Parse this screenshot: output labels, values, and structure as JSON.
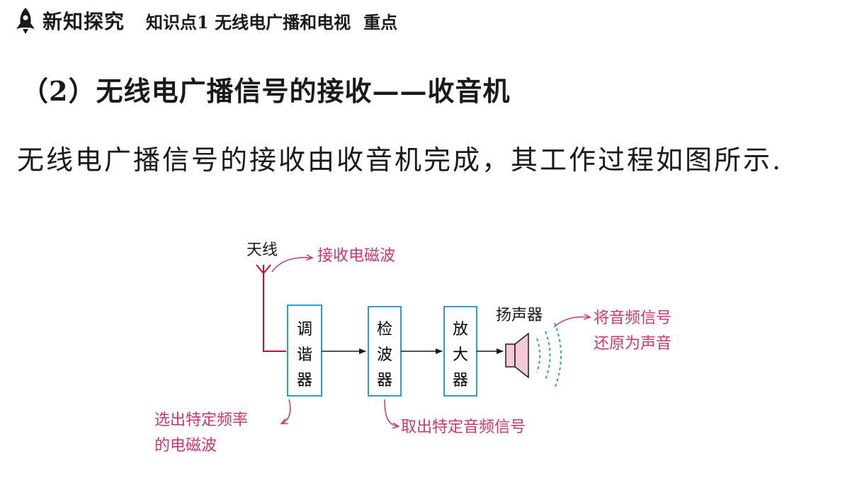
{
  "header": {
    "section_title": "新知探究",
    "point_title": "知识点1  无线电广播和电视",
    "point_tag": "重点"
  },
  "subheading": "（2）无线电广播信号的接收——收音机",
  "body_text": "无线电广播信号的接收由收音机完成，其工作过程如图所示.",
  "diagram": {
    "antenna_label": "天线",
    "antenna_note": "接收电磁波",
    "tuner": [
      "调",
      "谐",
      "器"
    ],
    "detector": [
      "检",
      "波",
      "器"
    ],
    "amplifier": [
      "放",
      "大",
      "器"
    ],
    "speaker_label": "扬声器",
    "speaker_note": [
      "将音频信号",
      "还原为声音"
    ],
    "tuner_note": [
      "选出特定频率",
      "的电磁波"
    ],
    "detector_note": "取出特定音频信号",
    "colors": {
      "antenna_line": "#c8102e",
      "box_border": "#2b9fd0",
      "note_text": "#d6336c",
      "speaker_fill": "#f6c9d8",
      "sound_waves": "#2b9fd0"
    }
  }
}
